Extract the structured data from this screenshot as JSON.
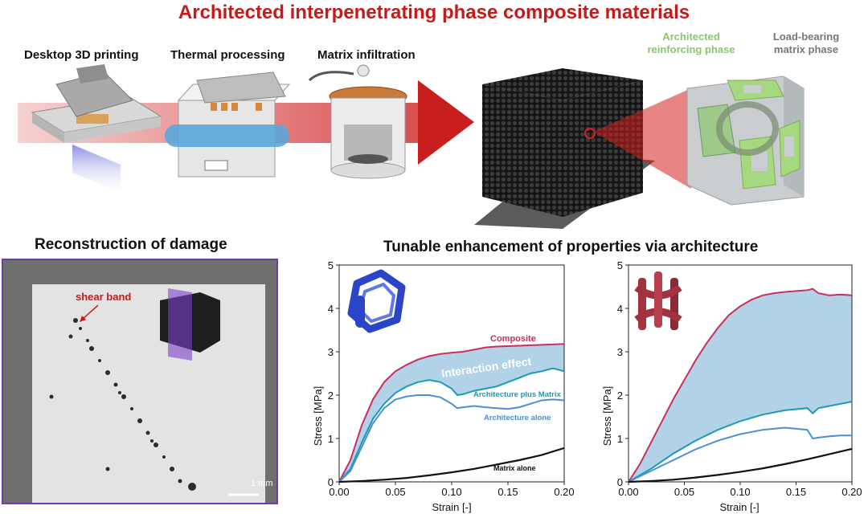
{
  "title": "Architected interpenetrating phase composite materials",
  "process_steps": [
    {
      "label": "Desktop 3D printing"
    },
    {
      "label": "Thermal processing"
    },
    {
      "label": "Matrix infiltration"
    }
  ],
  "phase_labels": {
    "reinforcing": "Architected reinforcing phase",
    "matrix": "Load-bearing matrix phase"
  },
  "damage_panel": {
    "title": "Reconstruction of damage",
    "shear_band_label": "shear band",
    "scale_bar_label": "1 mm"
  },
  "properties_title": "Tunable enhancement of properties via architecture",
  "colors": {
    "title_red": "#c41a1a",
    "composite": "#c8305c",
    "architecture_plus_matrix": "#1a9bb5",
    "architecture_alone": "#4a8fd6",
    "matrix_alone": "#111111",
    "interaction_fill": "#a9cde4",
    "lattice_blue": "#2b45c8",
    "lattice_red": "#a3323f",
    "reinforcing_green": "#a6d97f"
  },
  "chart_data": [
    {
      "type": "line",
      "xlabel": "Strain [-]",
      "ylabel": "Stress [MPa]",
      "xlim": [
        0,
        0.2
      ],
      "ylim": [
        0,
        5
      ],
      "xticks": [
        "0.00",
        "0.05",
        "0.10",
        "0.15",
        "0.20"
      ],
      "yticks": [
        "0",
        "1",
        "2",
        "3",
        "4",
        "5"
      ],
      "shaded_label": "Interaction effect",
      "series": [
        {
          "name": "Composite",
          "x": [
            0,
            0.01,
            0.02,
            0.03,
            0.04,
            0.05,
            0.06,
            0.07,
            0.08,
            0.09,
            0.1,
            0.11,
            0.12,
            0.13,
            0.14,
            0.15,
            0.16,
            0.17,
            0.18,
            0.19,
            0.2
          ],
          "y": [
            0,
            0.5,
            1.3,
            1.9,
            2.3,
            2.55,
            2.7,
            2.82,
            2.9,
            2.95,
            2.98,
            3.0,
            3.05,
            3.1,
            3.12,
            3.13,
            3.14,
            3.15,
            3.16,
            3.17,
            3.18
          ]
        },
        {
          "name": "Architecture plus Matrix",
          "x": [
            0,
            0.01,
            0.02,
            0.03,
            0.04,
            0.05,
            0.06,
            0.07,
            0.08,
            0.09,
            0.1,
            0.105,
            0.11,
            0.12,
            0.13,
            0.14,
            0.15,
            0.16,
            0.17,
            0.18,
            0.19,
            0.2
          ],
          "y": [
            0,
            0.3,
            0.9,
            1.45,
            1.8,
            2.05,
            2.2,
            2.3,
            2.35,
            2.3,
            2.15,
            2.0,
            2.02,
            2.1,
            2.15,
            2.2,
            2.3,
            2.4,
            2.5,
            2.55,
            2.62,
            2.55
          ]
        },
        {
          "name": "Architecture alone",
          "x": [
            0,
            0.01,
            0.02,
            0.03,
            0.04,
            0.05,
            0.06,
            0.07,
            0.08,
            0.09,
            0.1,
            0.105,
            0.11,
            0.12,
            0.13,
            0.14,
            0.15,
            0.16,
            0.17,
            0.18,
            0.19,
            0.2
          ],
          "y": [
            0,
            0.25,
            0.8,
            1.35,
            1.7,
            1.9,
            1.97,
            2.0,
            2.0,
            1.95,
            1.8,
            1.7,
            1.72,
            1.75,
            1.72,
            1.7,
            1.68,
            1.72,
            1.8,
            1.88,
            1.9,
            1.88
          ]
        },
        {
          "name": "Matrix alone",
          "x": [
            0,
            0.02,
            0.04,
            0.06,
            0.08,
            0.1,
            0.12,
            0.14,
            0.16,
            0.18,
            0.2
          ],
          "y": [
            0,
            0.02,
            0.05,
            0.09,
            0.15,
            0.22,
            0.3,
            0.4,
            0.5,
            0.62,
            0.78
          ]
        }
      ]
    },
    {
      "type": "line",
      "xlabel": "Strain [-]",
      "ylabel": "Stress [MPa]",
      "xlim": [
        0,
        0.2
      ],
      "ylim": [
        0,
        5
      ],
      "xticks": [
        "0.00",
        "0.05",
        "0.10",
        "0.15",
        "0.20"
      ],
      "yticks": [
        "0",
        "1",
        "2",
        "3",
        "4",
        "5"
      ],
      "series": [
        {
          "x": [
            0,
            0.01,
            0.02,
            0.03,
            0.04,
            0.05,
            0.06,
            0.07,
            0.08,
            0.09,
            0.1,
            0.11,
            0.12,
            0.13,
            0.14,
            0.15,
            0.16,
            0.165,
            0.17,
            0.18,
            0.19,
            0.2
          ],
          "y": [
            0,
            0.4,
            0.9,
            1.4,
            1.9,
            2.35,
            2.8,
            3.2,
            3.55,
            3.85,
            4.05,
            4.2,
            4.3,
            4.35,
            4.38,
            4.4,
            4.42,
            4.45,
            4.35,
            4.3,
            4.32,
            4.3
          ]
        },
        {
          "x": [
            0,
            0.02,
            0.04,
            0.06,
            0.08,
            0.1,
            0.12,
            0.14,
            0.16,
            0.165,
            0.17,
            0.18,
            0.19,
            0.2
          ],
          "y": [
            0,
            0.3,
            0.65,
            0.95,
            1.2,
            1.4,
            1.55,
            1.65,
            1.7,
            1.58,
            1.7,
            1.75,
            1.8,
            1.85
          ]
        },
        {
          "x": [
            0,
            0.02,
            0.04,
            0.06,
            0.08,
            0.1,
            0.12,
            0.14,
            0.16,
            0.165,
            0.17,
            0.18,
            0.19,
            0.2
          ],
          "y": [
            0,
            0.25,
            0.5,
            0.75,
            0.95,
            1.1,
            1.2,
            1.25,
            1.2,
            1.0,
            1.02,
            1.05,
            1.07,
            1.07
          ]
        },
        {
          "x": [
            0,
            0.02,
            0.04,
            0.06,
            0.08,
            0.1,
            0.12,
            0.14,
            0.16,
            0.18,
            0.2
          ],
          "y": [
            0,
            0.02,
            0.05,
            0.1,
            0.16,
            0.23,
            0.31,
            0.41,
            0.52,
            0.64,
            0.76
          ]
        }
      ]
    }
  ]
}
